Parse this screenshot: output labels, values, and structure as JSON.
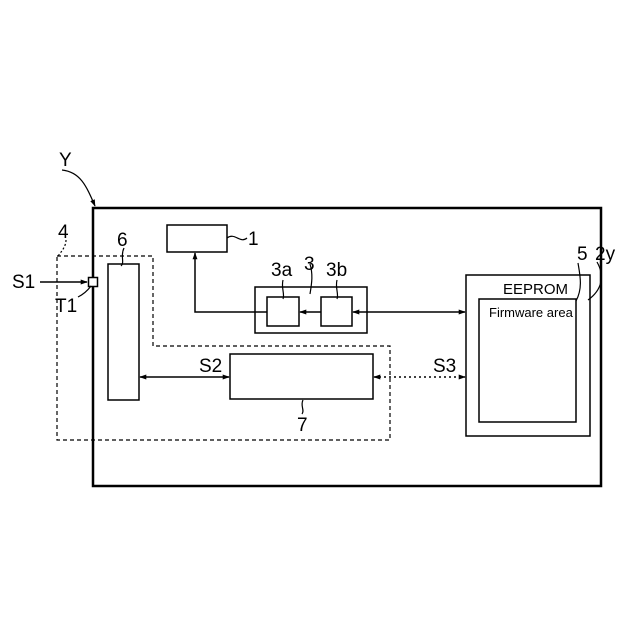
{
  "labels": {
    "device": "Y",
    "controller": "1",
    "block3": "3",
    "block3a": "3a",
    "block3b": "3b",
    "region4": "4",
    "firmware_ref": "5",
    "eeprom_ref": "2y",
    "block6": "6",
    "block7": "7",
    "terminal": "T1",
    "signal1": "S1",
    "signal2": "S2",
    "signal3": "S3",
    "eeprom_title": "EEPROM",
    "firmware_area": "Firmware area"
  }
}
